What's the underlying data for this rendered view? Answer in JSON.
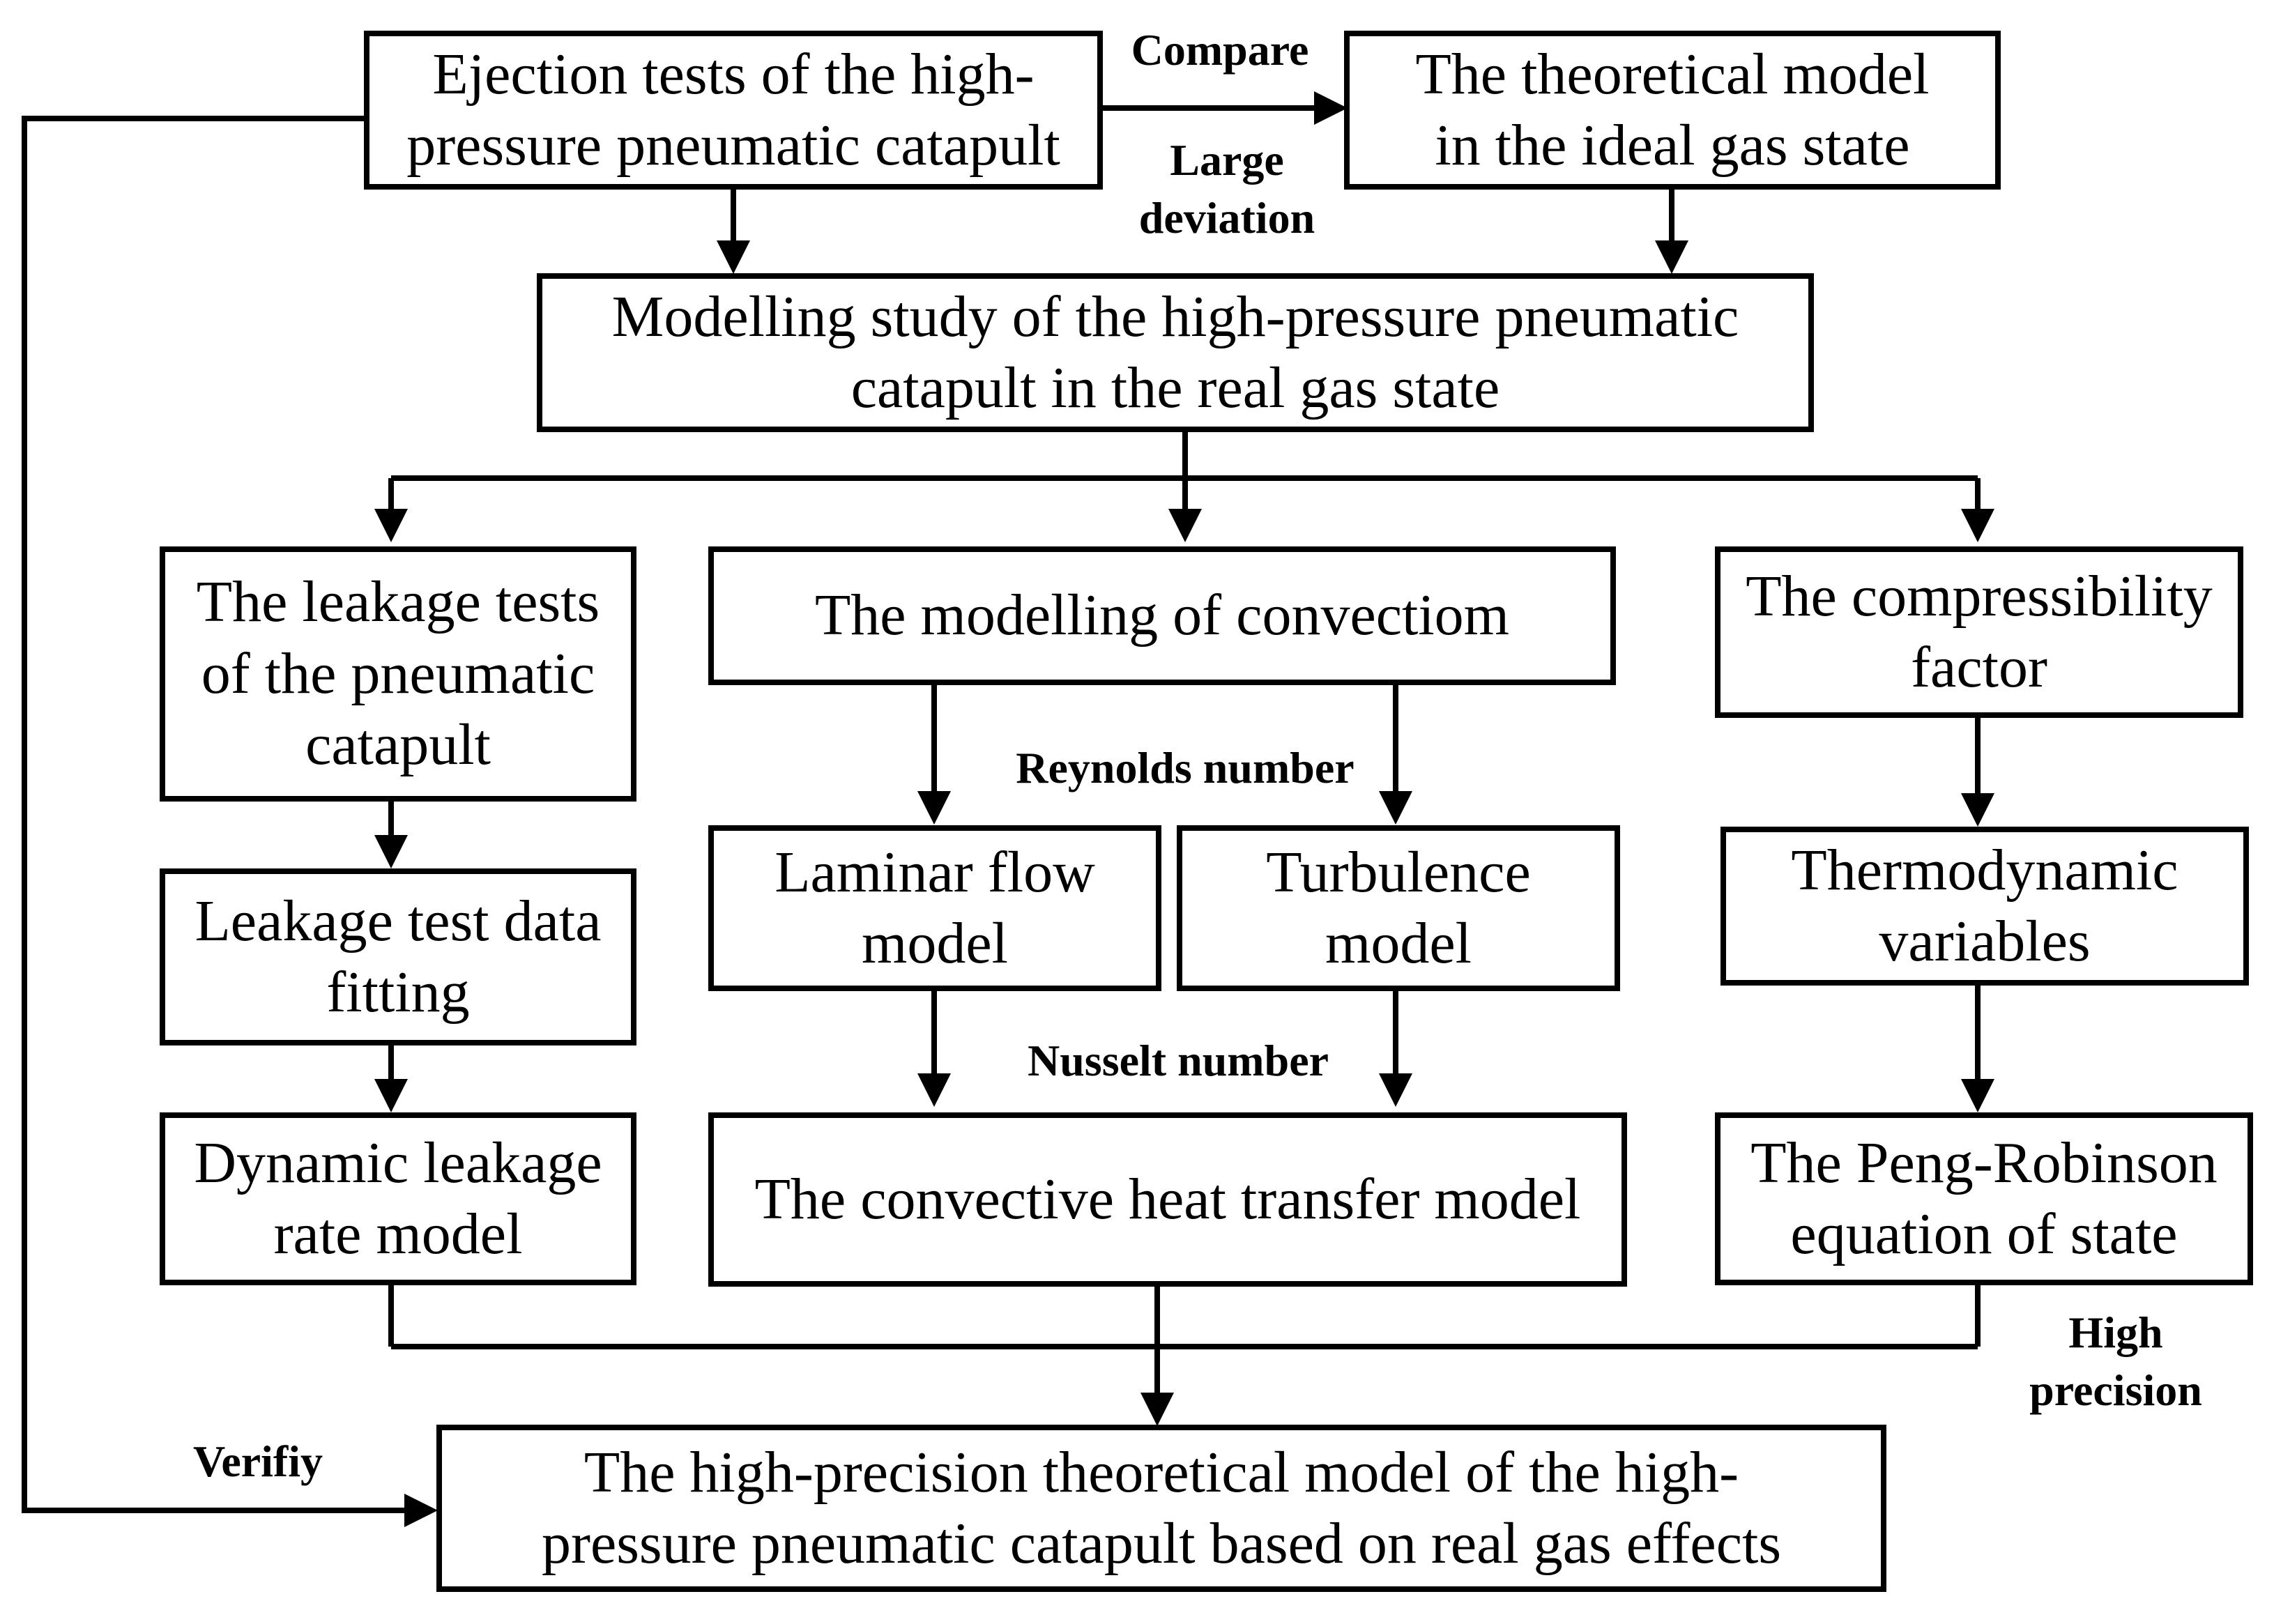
{
  "nodes": {
    "ejection_tests": "Ejection tests of the high-\npressure pneumatic catapult",
    "theoretical_ideal": "The theoretical model\nin the ideal gas state",
    "modelling_study": "Modelling study of the high-pressure pneumatic\ncatapult in the real gas state",
    "leakage_tests": "The leakage tests\nof the pneumatic\ncatapult",
    "modelling_convection": "The modelling of convectiom",
    "compressibility": "The compressibility\nfactor",
    "leakage_fitting": "Leakage test data\nfitting",
    "laminar": "Laminar flow\nmodel",
    "turbulence": "Turbulence\nmodel",
    "thermo_vars": "Thermodynamic\nvariables",
    "dynamic_leakage": "Dynamic leakage\nrate model",
    "convective_heat": "The convective heat transfer model",
    "peng_robinson": "The Peng-Robinson\nequation of state",
    "final_model": "The high-precision theoretical model of the high-\npressure pneumatic catapult based on real gas effects"
  },
  "labels": {
    "compare": "Compare",
    "large_deviation": "Large\ndeviation",
    "reynolds": "Reynolds number",
    "nusselt": "Nusselt number",
    "high_precision": "High\nprecision",
    "verify": "Verifiy"
  },
  "edges": [
    {
      "from": "ejection_tests",
      "to": "theoretical_ideal",
      "label": "compare"
    },
    {
      "from": "ejection_tests",
      "to": "modelling_study"
    },
    {
      "from": "theoretical_ideal",
      "to": "modelling_study"
    },
    {
      "from": "modelling_study",
      "to": "leakage_tests"
    },
    {
      "from": "modelling_study",
      "to": "modelling_convection"
    },
    {
      "from": "modelling_study",
      "to": "compressibility"
    },
    {
      "from": "leakage_tests",
      "to": "leakage_fitting"
    },
    {
      "from": "leakage_fitting",
      "to": "dynamic_leakage"
    },
    {
      "from": "modelling_convection",
      "to": "laminar",
      "label": "reynolds"
    },
    {
      "from": "modelling_convection",
      "to": "turbulence",
      "label": "reynolds"
    },
    {
      "from": "laminar",
      "to": "convective_heat",
      "label": "nusselt"
    },
    {
      "from": "turbulence",
      "to": "convective_heat",
      "label": "nusselt"
    },
    {
      "from": "compressibility",
      "to": "thermo_vars"
    },
    {
      "from": "thermo_vars",
      "to": "peng_robinson"
    },
    {
      "from": "dynamic_leakage",
      "to": "final_model"
    },
    {
      "from": "convective_heat",
      "to": "final_model"
    },
    {
      "from": "peng_robinson",
      "to": "final_model",
      "label": "high_precision"
    },
    {
      "from": "ejection_tests",
      "to": "final_model",
      "label": "verify"
    }
  ]
}
